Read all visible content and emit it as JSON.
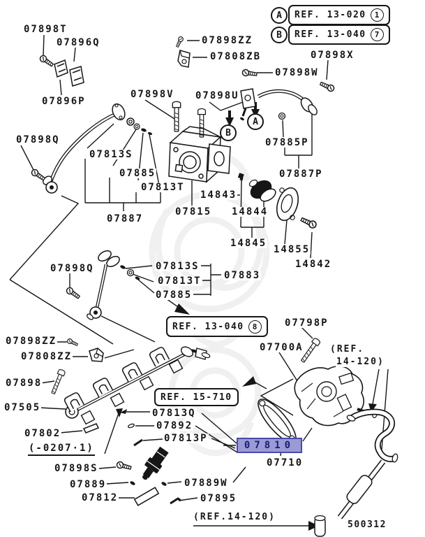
{
  "page": {
    "drawing_code": "500312"
  },
  "legend": {
    "rows": [
      {
        "marker": "A",
        "ref": "REF. 13-020",
        "num": "1"
      },
      {
        "marker": "B",
        "ref": "REF. 13-040",
        "num": "7"
      }
    ]
  },
  "ref_boxes": {
    "mid": {
      "ref": "REF. 13-040",
      "num": "8"
    },
    "throttle": {
      "ref": "REF. 15-710"
    }
  },
  "ref_notes": {
    "right_line1": "(REF.",
    "right_line2": "14-120)",
    "bottom": "(REF.14-120)"
  },
  "diagram_markers": {
    "a": "A",
    "b": "B"
  },
  "highlight": {
    "text": "07810",
    "bg": "#9a9ad6",
    "border": "#4a4aa8",
    "color": "#1c1c74"
  },
  "labels": {
    "t07898T": "07898T",
    "t07896Q": "07896Q",
    "t07896P": "07896P",
    "t07898ZZ_top": "07898ZZ",
    "t07808ZB": "07808ZB",
    "t07898V": "07898V",
    "t07898U": "07898U",
    "t07898X": "07898X",
    "t07898W": "07898W",
    "t07898Q_1": "07898Q",
    "t07813S_1": "07813S",
    "t07885_1": "07885",
    "t07813T_1": "07813T",
    "t07887": "07887",
    "t07815": "07815",
    "t14843": "14843",
    "t14844": "14844",
    "t14845": "14845",
    "t14855": "14855",
    "t14842": "14842",
    "t07885P": "07885P",
    "t07887P": "07887P",
    "t07898Q_2": "07898Q",
    "t07813S_2": "07813S",
    "t07813T_2": "07813T",
    "t07885_2": "07885",
    "t07883": "07883",
    "t07798P": "07798P",
    "t07700A": "07700A",
    "t07898ZZ_2": "07898ZZ",
    "t07808ZZ": "07808ZZ",
    "t07898": "07898",
    "t07505": "07505",
    "t07813Q": "07813Q",
    "t07892": "07892",
    "t07813P": "07813P",
    "t07802": "07802",
    "t0207": "(-0207·1)",
    "t07898S": "07898S",
    "t07889": "07889",
    "t07812": "07812",
    "t07889W": "07889W",
    "t07895": "07895",
    "t07710": "07710",
    "t500312": "500312"
  }
}
